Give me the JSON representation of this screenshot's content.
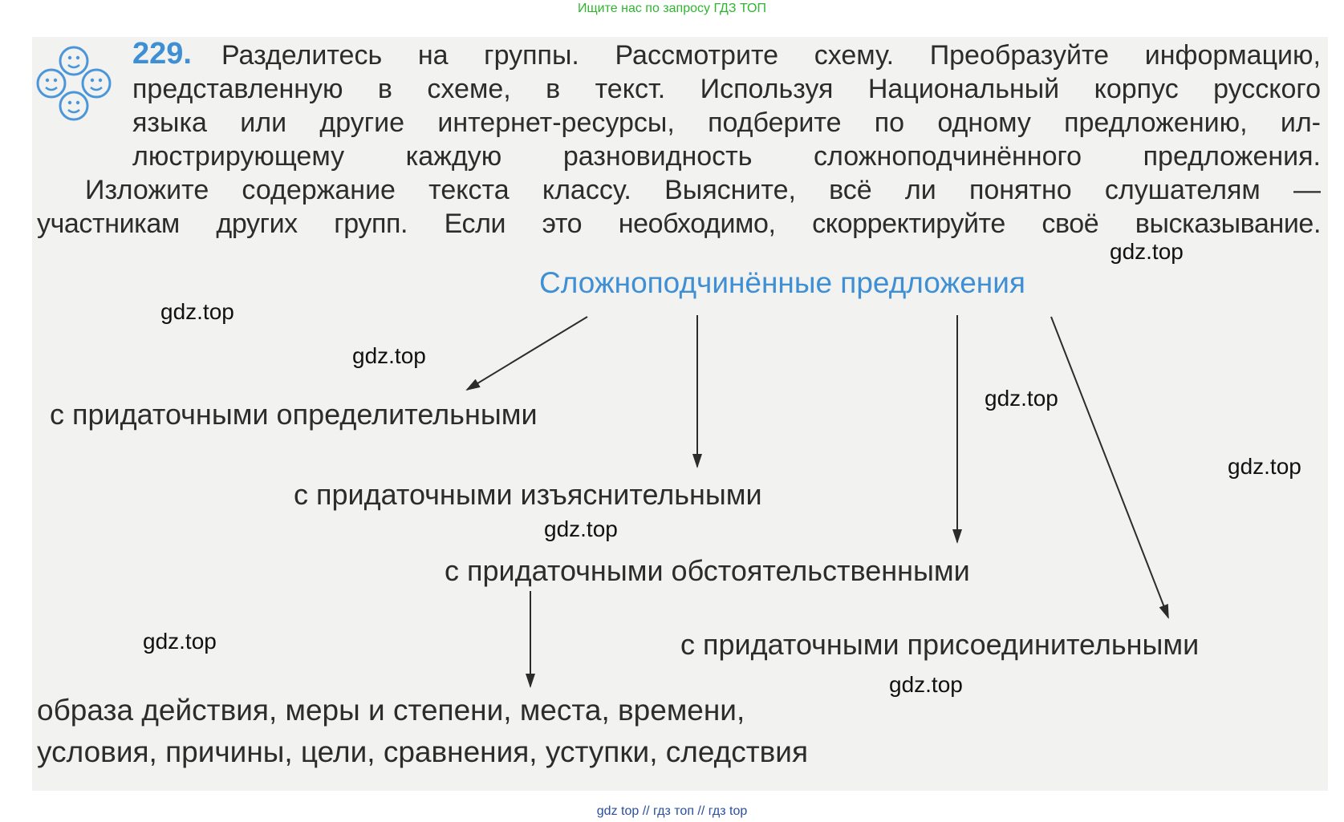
{
  "banner_top": "Ищите нас по запросу ГДЗ ТОП",
  "banner_bottom": "gdz top  //  гдз топ  //  гдз top",
  "exercise": {
    "number": "229.",
    "lines": [
      "Разделитесь на группы. Рассмотрите схему. Преобразуйте информацию,",
      "представленную в схеме, в текст. Используя Национальный корпус русского",
      "языка или другие интернет-ресурсы, подберите по одному предложению, ил-",
      "люстрирующему каждую разновидность сложноподчинённого предложения.",
      "Изложите содержание текста классу. Выясните, всё ли понятно слушателям —",
      "участникам других групп. Если это необходимо, скорректируйте своё высказывание."
    ]
  },
  "scheme": {
    "title": "Сложноподчинённые предложения",
    "nodes": [
      "с придаточными определительными",
      "с придаточными изъяснительными",
      "с придаточными обстоятельственными",
      "с придаточными присоединительными"
    ],
    "adverbial_types": [
      "образа действия, меры и степени, места, времени,",
      "условия, причины, цели, сравнения, уступки, следствия"
    ]
  },
  "watermark": "gdz.top",
  "colors": {
    "accent_blue": "#3f8fd4",
    "banner_green": "#2fb52f",
    "text": "#2c2c2c"
  },
  "icons": [
    "smiley-cluster-icon"
  ]
}
